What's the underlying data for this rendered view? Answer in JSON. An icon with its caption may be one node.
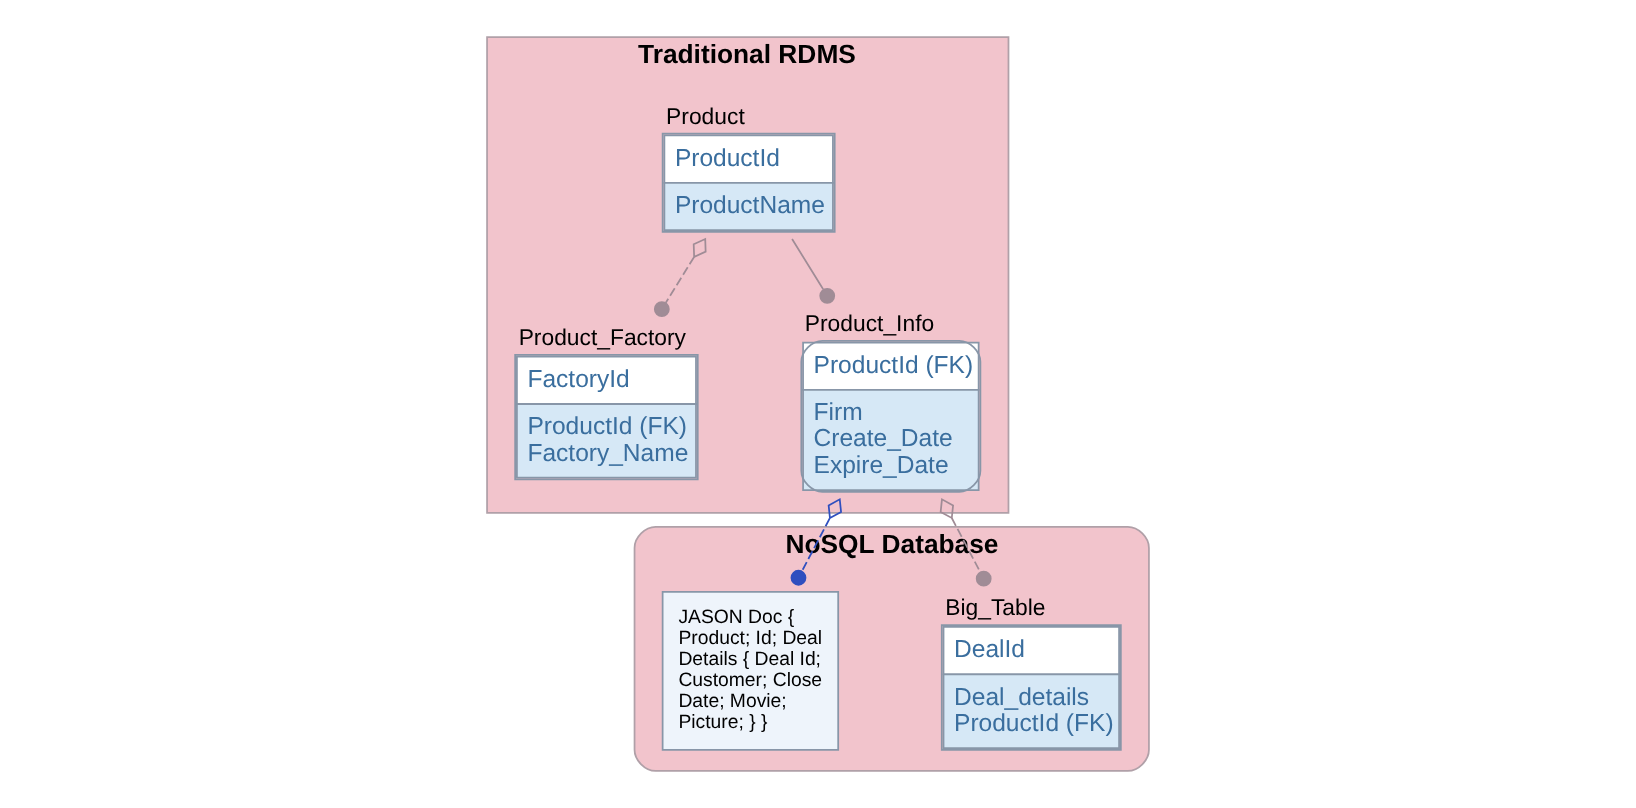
{
  "diagram": {
    "nodes": [
      {
        "text": [
          "Traditional RDMS"
        ]
      },
      {
        "text": [
          "Product",
          "ProductId",
          "ProductName"
        ],
        "in": 0
      },
      {
        "text": [
          "Product_Factory",
          "FactoryId",
          "ProductId (FK)",
          "Factory_Name"
        ],
        "in": 0
      },
      {
        "text": [
          "Product_Info",
          "ProductId (FK)",
          "Firm",
          "Create_Date",
          "Expire_Date"
        ],
        "in": 0
      },
      {
        "text": [
          "NoSQL Database"
        ]
      },
      {
        "text": [
          "Big_Table",
          "DealId",
          "Deal_details",
          "ProductId (FK)"
        ],
        "in": 4
      },
      {
        "text": [
          "JASON Doc { Product; Id; Deal Details { Deal Id; Customer; Close Date; Movie; Picture; } }"
        ],
        "in": 4
      }
    ],
    "edges": [
      {
        "from": 1,
        "to": 2,
        "arrow": "other",
        "style": "dashed"
      },
      {
        "from": 1,
        "to": 3,
        "arrow": "other"
      },
      {
        "from": 3,
        "to": 5,
        "arrow": "other",
        "style": "dashed"
      },
      {
        "from": 3,
        "to": 6,
        "arrow": "other",
        "style": "dashed",
        "color": "#2f4fbf"
      }
    ]
  }
}
